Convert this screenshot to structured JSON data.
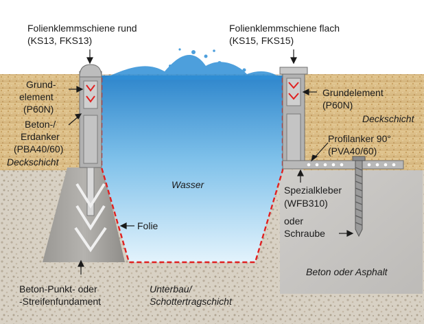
{
  "labels": {
    "round_rail_title": "Folienklemmschiene rund",
    "round_rail_codes": "(KS13, FKS13)",
    "flat_rail_title": "Folienklemmschiene flach",
    "flat_rail_codes": "(KS15, FKS15)",
    "left_base_element_1": "Grund-",
    "left_base_element_2": "element",
    "left_base_element_code": "(P60N)",
    "ground_anchor_1": "Beton-/",
    "ground_anchor_2": "Erdanker",
    "ground_anchor_code": "(PBA40/60)",
    "left_cover_layer": "Deckschicht",
    "right_base_element": "Grundelement",
    "right_base_element_code": "(P60N)",
    "right_cover_layer": "Deckschicht",
    "profile_anchor": "Profilanker 90°",
    "profile_anchor_code": "(PVA40/60)",
    "water": "Wasser",
    "foil": "Folie",
    "special_adhesive": "Spezialkleber",
    "special_adhesive_code": "(WFB310)",
    "or": "oder",
    "screw": "Schraube",
    "foundation_1": "Beton-Punkt- oder",
    "foundation_2": "-Streifenfundament",
    "subbase_1": "Unterbau/",
    "subbase_2": "Schottertragschicht",
    "concrete_asphalt": "Beton oder Asphalt"
  },
  "colors": {
    "sand": "#dcbf8a",
    "gravel": "#d6cfc3",
    "concrete": "#c7c5c2",
    "water_top": "#3a95d4",
    "water_bottom": "#d9eefa",
    "foil_line": "#e02020",
    "rail_grey": "#a9a9a9"
  }
}
